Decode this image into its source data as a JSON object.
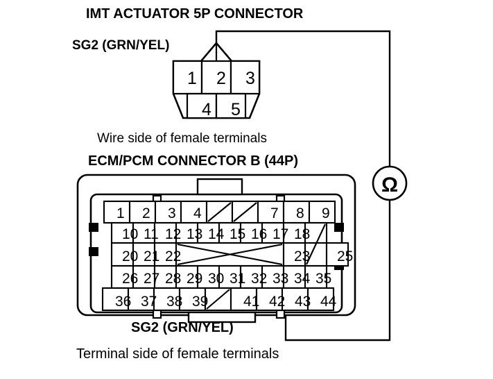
{
  "document": {
    "type": "automotive-wiring-test-diagram",
    "titles": {
      "actuator_connector": "IMT ACTUATOR 5P CONNECTOR",
      "ecm_connector": "ECM/PCM CONNECTOR B (44P)"
    },
    "captions": {
      "wire_side": "Wire side of female terminals",
      "terminal_side": "Terminal side of female terminals"
    },
    "wire_labels": {
      "top": "SG2 (GRN/YEL)",
      "bottom": "SG2 (GRN/YEL)"
    },
    "meter": {
      "symbol": "Ω",
      "name": "ohmmeter"
    },
    "colors": {
      "ink": "#000000",
      "paper": "#ffffff"
    }
  },
  "actuator_connector": {
    "label": "IMT ACTUATOR 5P CONNECTOR",
    "pin_count": "5P",
    "rows": [
      [
        "1",
        "2",
        "3"
      ],
      [
        "4",
        "5"
      ]
    ],
    "tested_pin": "2",
    "caption": "Wire side of female terminals"
  },
  "ecm_connector": {
    "label": "ECM/PCM CONNECTOR B (44P)",
    "pin_count": "44P",
    "tested_pin": "42",
    "caption": "Terminal side of female terminals",
    "rows": [
      {
        "row": 1,
        "cells": [
          "1",
          "2",
          "3",
          "4",
          "",
          "",
          "7",
          "8",
          "9"
        ],
        "blank_style": [
          "",
          "",
          "",
          "",
          "slash",
          "slash",
          "",
          "",
          ""
        ]
      },
      {
        "row": 2,
        "cells": [
          "10",
          "11",
          "12",
          "13",
          "14",
          "15",
          "16",
          "17",
          "18",
          ""
        ],
        "blank_style": [
          "",
          "",
          "",
          "",
          "",
          "",
          "",
          "",
          "",
          "slash"
        ]
      },
      {
        "row": 3,
        "cells": [
          "20",
          "21",
          "22",
          "",
          "23",
          "",
          "25"
        ],
        "blank_style": [
          "",
          "",
          "",
          "cross-span",
          "",
          "slash",
          ""
        ]
      },
      {
        "row": 4,
        "cells": [
          "26",
          "27",
          "28",
          "29",
          "30",
          "31",
          "32",
          "33",
          "34",
          "35"
        ],
        "blank_style": [
          "",
          "",
          "",
          "",
          "",
          "",
          "",
          "",
          "",
          ""
        ]
      },
      {
        "row": 5,
        "cells": [
          "36",
          "37",
          "38",
          "39",
          "",
          "41",
          "42",
          "43",
          "44"
        ],
        "blank_style": [
          "",
          "",
          "",
          "",
          "slash",
          "",
          "",
          "",
          ""
        ]
      }
    ]
  },
  "measurement": {
    "from_pin": "IMT actuator 5P connector terminal 2",
    "to_pin": "ECM/PCM connector B terminal 42",
    "instrument": "Ω"
  }
}
